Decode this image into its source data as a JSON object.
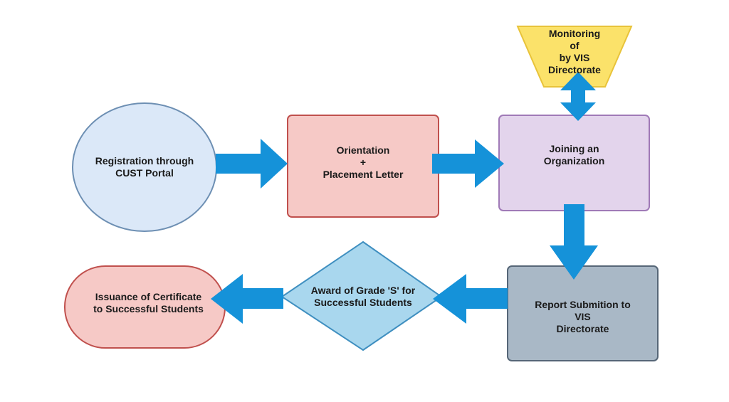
{
  "colors": {
    "arrow": "#1592d9",
    "registration_fill": "#dbe8f8",
    "registration_stroke": "#6d8fb3",
    "orientation_fill": "#f6c9c6",
    "orientation_stroke": "#c0504d",
    "joining_fill": "#e3d4ec",
    "joining_stroke": "#a07ab7",
    "monitoring_fill": "#fbe26a",
    "monitoring_stroke": "#e8c33a",
    "report_fill": "#a9b8c6",
    "report_stroke": "#566677",
    "grade_fill": "#a9d7ee",
    "grade_stroke": "#3f8fc0",
    "certificate_fill": "#f6c9c6",
    "certificate_stroke": "#c0504d"
  },
  "nodes": {
    "registration": {
      "text": "Registration through\nCUST Portal",
      "shape": "circle"
    },
    "orientation": {
      "text": "Orientation\n+\nPlacement Letter",
      "shape": "rectangle"
    },
    "joining": {
      "text": "Joining an\nOrganization",
      "shape": "rectangle"
    },
    "monitoring": {
      "text": "Monitoring\nof\nby VIS\nDirectorate",
      "shape": "trapezoid"
    },
    "report": {
      "text": "Report Submition to\nVIS\nDirectorate",
      "shape": "rectangle"
    },
    "grade": {
      "text": "Award of Grade 'S' for\nSuccessful Students",
      "shape": "diamond"
    },
    "certificate": {
      "text": "Issuance of Certificate\nto Successful Students",
      "shape": "rounded"
    }
  },
  "edges": [
    {
      "from": "registration",
      "to": "orientation"
    },
    {
      "from": "orientation",
      "to": "joining"
    },
    {
      "from": "joining",
      "to": "monitoring",
      "bidirectional": true
    },
    {
      "from": "joining",
      "to": "report"
    },
    {
      "from": "report",
      "to": "grade"
    },
    {
      "from": "grade",
      "to": "certificate"
    }
  ]
}
